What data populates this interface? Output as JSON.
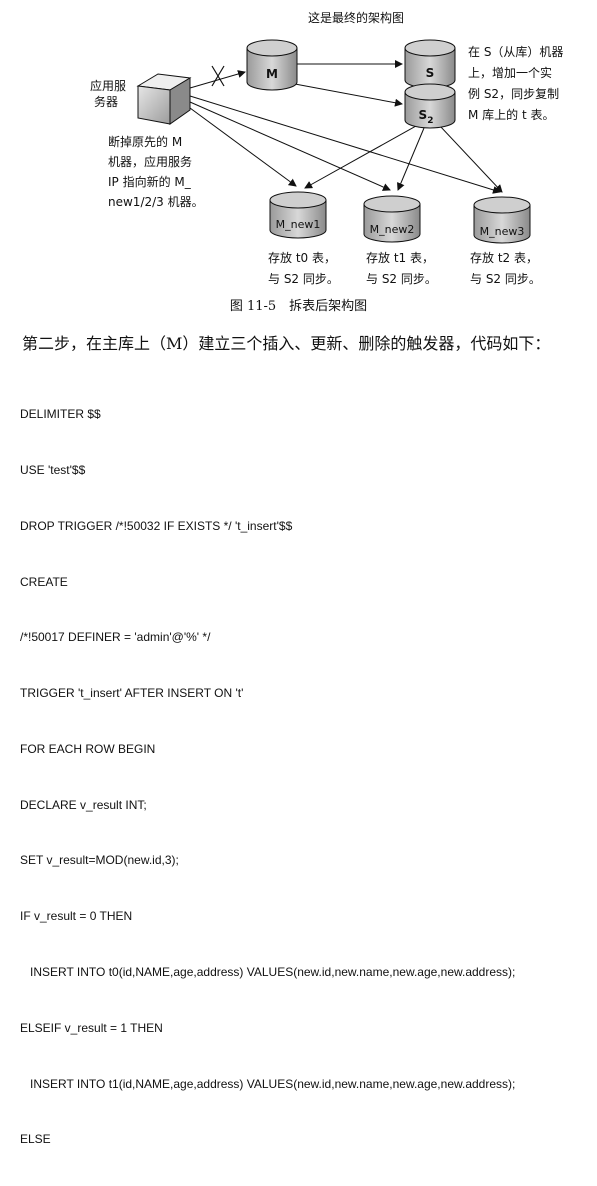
{
  "figure": {
    "title": "这是最终的架构图",
    "caption": "图 11-5　拆表后架构图",
    "app_server_label": [
      "应用服",
      "务器"
    ],
    "db_m": "M",
    "db_s": "S",
    "db_s2": "S",
    "db_s2_sub": "2",
    "right_note": [
      "在 S（从库）机器",
      "上，增加一个实",
      "例 S2，同步复制",
      "M 库上的 t 表。"
    ],
    "left_note": [
      "断掉原先的 M",
      "机器，应用服务",
      "IP 指向新的 M_",
      "new1/2/3 机器。"
    ],
    "new_dbs": [
      "M_new1",
      "M_new2",
      "M_new3"
    ],
    "new_notes": [
      [
        "存放 t0 表，",
        "与 S2 同步。"
      ],
      [
        "存放 t1 表，",
        "与 S2 同步。"
      ],
      [
        "存放 t2 表，",
        "与 S2 同步。"
      ]
    ]
  },
  "step_text": "第二步，在主库上（M）建立三个插入、更新、删除的触发器，代码如下：",
  "code_lines": [
    "DELIMITER $$",
    "USE 'test'$$",
    "DROP TRIGGER /*!50032 IF EXISTS */ 't_insert'$$",
    "CREATE",
    "/*!50017 DEFINER = 'admin'@'%' */",
    "TRIGGER 't_insert' AFTER INSERT ON 't'",
    "FOR EACH ROW BEGIN",
    "DECLARE v_result INT;",
    "SET v_result=MOD(new.id,3);",
    "IF v_result = 0 THEN",
    "   INSERT INTO t0(id,NAME,age,address) VALUES(new.id,new.name,new.age,new.address);",
    "ELSEIF v_result = 1 THEN",
    "   INSERT INTO t1(id,NAME,age,address) VALUES(new.id,new.name,new.age,new.address);",
    "ELSE"
  ]
}
